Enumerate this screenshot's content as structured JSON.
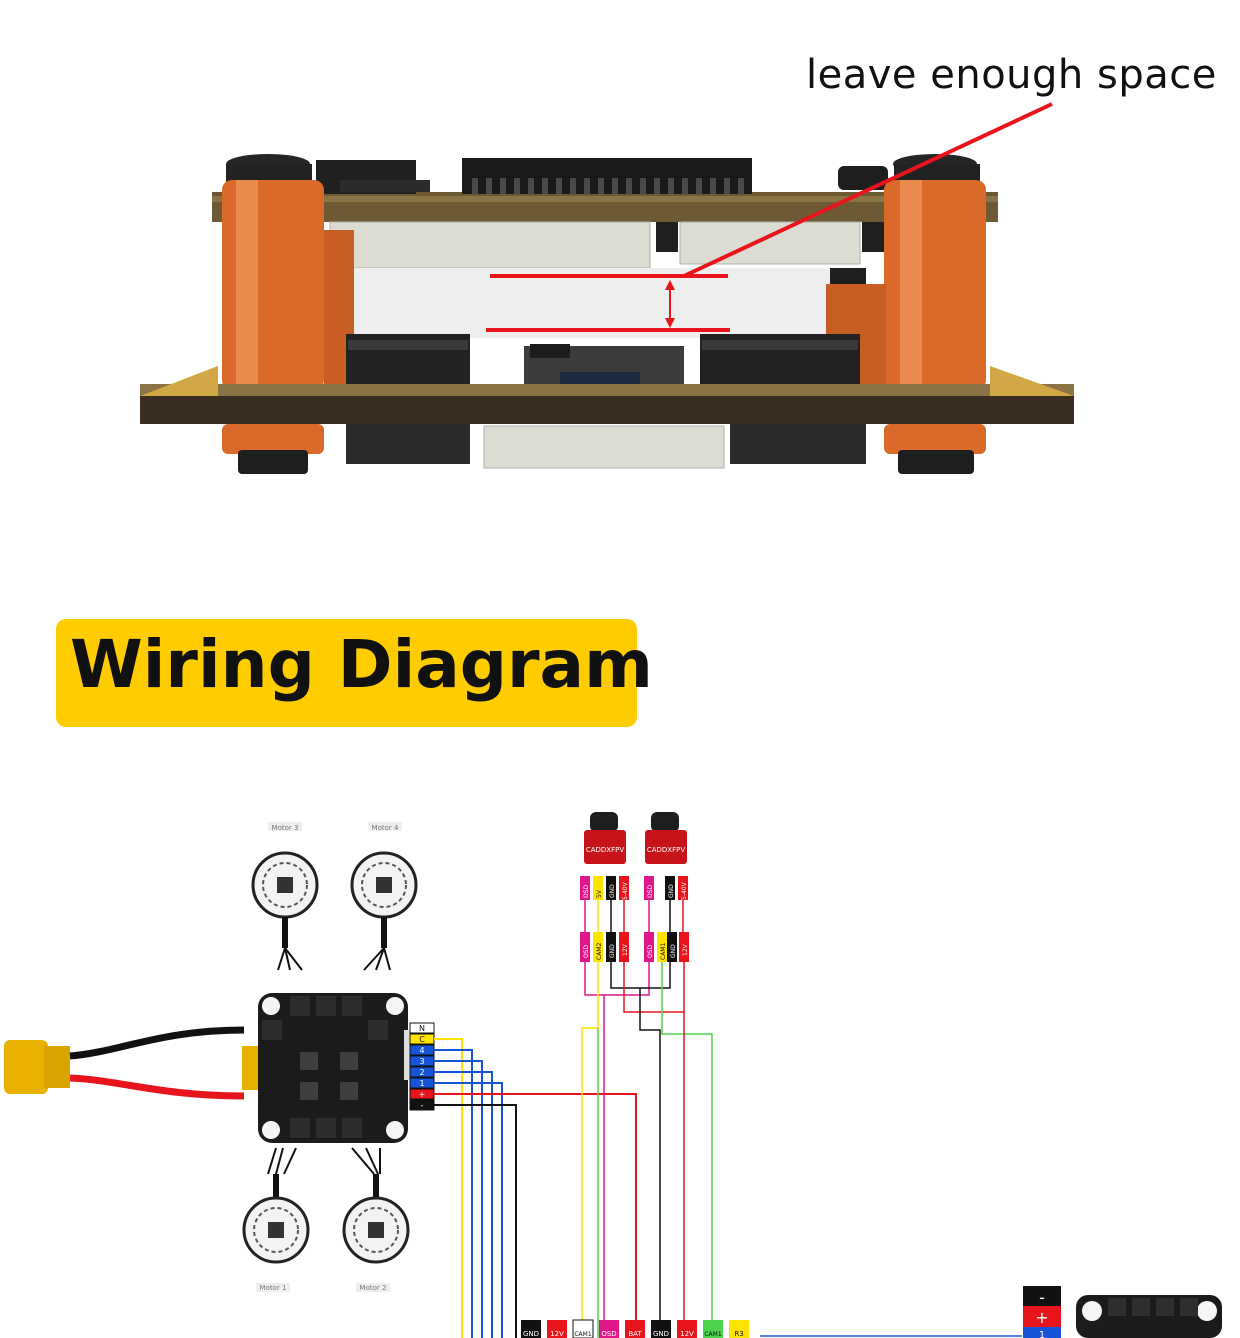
{
  "annotation": {
    "text": "leave enough space",
    "line_color": "#e8141c"
  },
  "banner": {
    "text": "Wiring Diagram",
    "color": "#ffcc00"
  },
  "motors": [
    {
      "label": "Motor 3"
    },
    {
      "label": "Motor 4"
    },
    {
      "label": "Motor 1"
    },
    {
      "label": "Motor 2"
    }
  ],
  "esc_pins": [
    "N",
    "C",
    "4",
    "3",
    "2",
    "1",
    "+",
    "-"
  ],
  "cameras": [
    {
      "brand": "CADDXFPV",
      "pins": [
        "OSD",
        "5V",
        "GND",
        "5-40V"
      ],
      "wires": [
        "OSD",
        "CAM2",
        "GND",
        "12V"
      ]
    },
    {
      "brand": "CADDXFPV",
      "pins": [
        "OSD",
        "GND",
        "5-40V"
      ],
      "wires": [
        "OSD",
        "CAM1",
        "GND",
        "12V"
      ]
    }
  ],
  "fc_pads": [
    "GND",
    "12V",
    "CAM1",
    "OSD",
    "BAT",
    "GND",
    "12V",
    "CAM1",
    "R3"
  ],
  "right_pads": [
    "-",
    "+",
    "1"
  ],
  "colors": {
    "red": "#e8141c",
    "yellow": "#ffe400",
    "blue": "#1554d8",
    "magenta": "#e0168b",
    "green": "#4dd24d",
    "black": "#111111",
    "pcb": "#1b1b1b",
    "standoff": "#d96a2a"
  },
  "icons": {
    "battery": "xt60-connector-icon",
    "motor": "motor-icon",
    "camera": "camera-icon"
  }
}
